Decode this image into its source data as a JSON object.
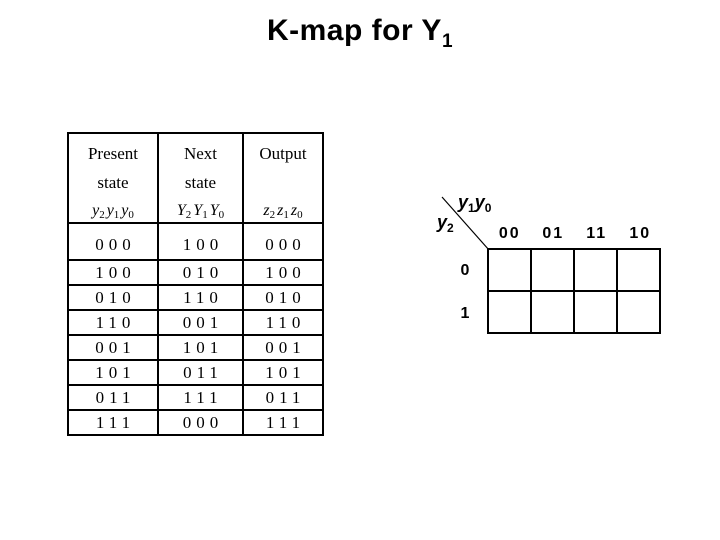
{
  "title": {
    "text": "K-map for Y",
    "sub": "1"
  },
  "state_table": {
    "header": {
      "present": {
        "line1": "Present",
        "line2": "state",
        "vars": [
          {
            "base": "y",
            "sub": "2"
          },
          {
            "base": "y",
            "sub": "1"
          },
          {
            "base": "y",
            "sub": "0"
          }
        ]
      },
      "next": {
        "line1": "Next",
        "line2": "state",
        "vars": [
          {
            "base": "Y",
            "sub": "2"
          },
          {
            "base": "Y",
            "sub": "1"
          },
          {
            "base": "Y",
            "sub": "0"
          }
        ]
      },
      "output": {
        "line1": "Output",
        "line2": "",
        "vars": [
          {
            "base": "z",
            "sub": "2"
          },
          {
            "base": "z",
            "sub": "1"
          },
          {
            "base": "z",
            "sub": "0"
          }
        ]
      }
    },
    "rows": [
      {
        "present": "000",
        "next": "100",
        "output": "000"
      },
      {
        "present": "100",
        "next": "010",
        "output": "100"
      },
      {
        "present": "010",
        "next": "110",
        "output": "010"
      },
      {
        "present": "110",
        "next": "001",
        "output": "110"
      },
      {
        "present": "001",
        "next": "101",
        "output": "001"
      },
      {
        "present": "101",
        "next": "011",
        "output": "101"
      },
      {
        "present": "011",
        "next": "111",
        "output": "011"
      },
      {
        "present": "111",
        "next": "000",
        "output": "111"
      }
    ]
  },
  "kmap": {
    "corner_top_vars": [
      {
        "base": "y",
        "sub": "1"
      },
      {
        "base": "y",
        "sub": "0"
      }
    ],
    "corner_side_vars": [
      {
        "base": "y",
        "sub": "2"
      }
    ],
    "col_labels": [
      "00",
      "01",
      "11",
      "10"
    ],
    "row_labels": [
      "0",
      "1"
    ],
    "grid": {
      "rows": 2,
      "cols": 4,
      "cell_values": [
        "",
        "",
        "",
        "",
        "",
        "",
        "",
        ""
      ]
    }
  },
  "colors": {
    "text": "#000000",
    "background": "#ffffff"
  }
}
